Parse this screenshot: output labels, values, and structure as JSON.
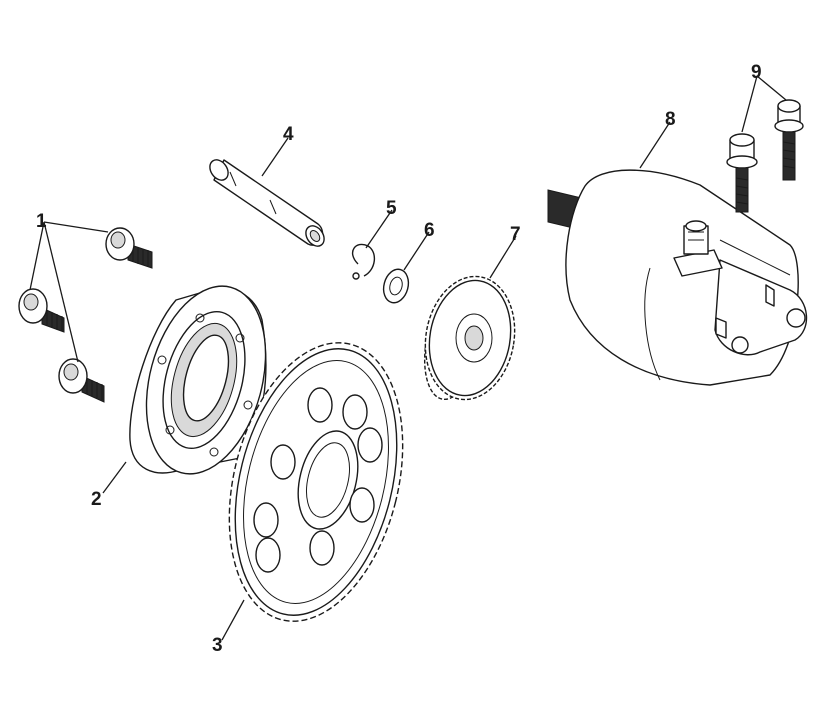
{
  "callouts": [
    {
      "id": "1",
      "label": "1"
    },
    {
      "id": "2",
      "label": "2"
    },
    {
      "id": "3",
      "label": "3"
    },
    {
      "id": "4",
      "label": "4"
    },
    {
      "id": "5",
      "label": "5"
    },
    {
      "id": "6",
      "label": "6"
    },
    {
      "id": "7",
      "label": "7"
    },
    {
      "id": "8",
      "label": "8"
    },
    {
      "id": "9",
      "label": "9"
    }
  ],
  "colors": {
    "line": "#1a1a1a",
    "background": "#ffffff",
    "shade": "#d9d9d9"
  }
}
